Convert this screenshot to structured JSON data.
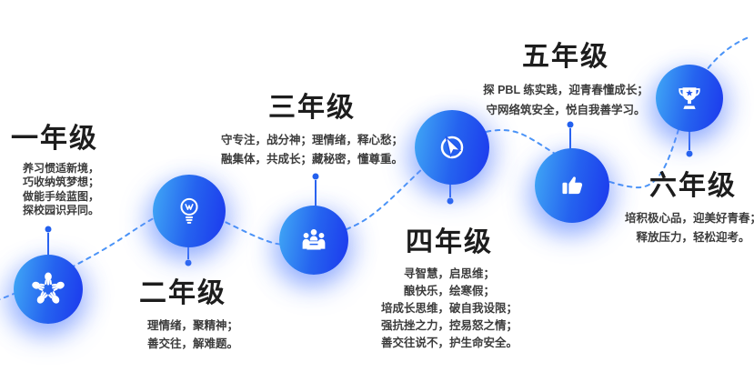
{
  "diagram": {
    "type": "grade-roadmap-infographic",
    "background": "#ffffff",
    "colors": {
      "circle_gradient_start": "#41AAF6",
      "circle_gradient_mid": "#2563EF",
      "circle_gradient_end": "#1C38ED",
      "dashed_line": "#4B94F7",
      "stem_line": "#2B64F0",
      "dot": "#2360EE",
      "title_text": "#1D1D1D",
      "body_text": "#3C3C3C",
      "icon_color": "#FFFFFF"
    }
  },
  "grades": [
    {
      "id": "grade-1",
      "title": "一年级",
      "icon": "hands-teamwork-icon",
      "lines": [
        "养习惯适新境，",
        "巧收纳筑梦想；",
        "做能手绘蓝图，",
        "探校园识异同。"
      ]
    },
    {
      "id": "grade-2",
      "title": "二年级",
      "icon": "lightbulb-icon",
      "lines": [
        "理情绪，聚精神；",
        "善交往，解难题。"
      ]
    },
    {
      "id": "grade-3",
      "title": "三年级",
      "icon": "meeting-icon",
      "lines": [
        "守专注，战分神；理情绪，释心愁；",
        "融集体，共成长；藏秘密，懂尊重。"
      ]
    },
    {
      "id": "grade-4",
      "title": "四年级",
      "icon": "compass-icon",
      "lines": [
        "寻智慧，启思维；",
        "酿快乐，绘寒假；",
        "培成长思维，破自我设限；",
        "强抗挫之力，控易怒之情；",
        "善交往说不，护生命安全。"
      ]
    },
    {
      "id": "grade-5",
      "title": "五年级",
      "icon": "thumbs-up-icon",
      "lines": [
        "探 PBL 练实践，迎青春懂成长；",
        "守网络筑安全，悦自我善学习。"
      ]
    },
    {
      "id": "grade-6",
      "title": "六年级",
      "icon": "trophy-icon",
      "lines": [
        "培积极心品，迎美好青春；",
        "释放压力，轻松迎考。"
      ]
    }
  ]
}
